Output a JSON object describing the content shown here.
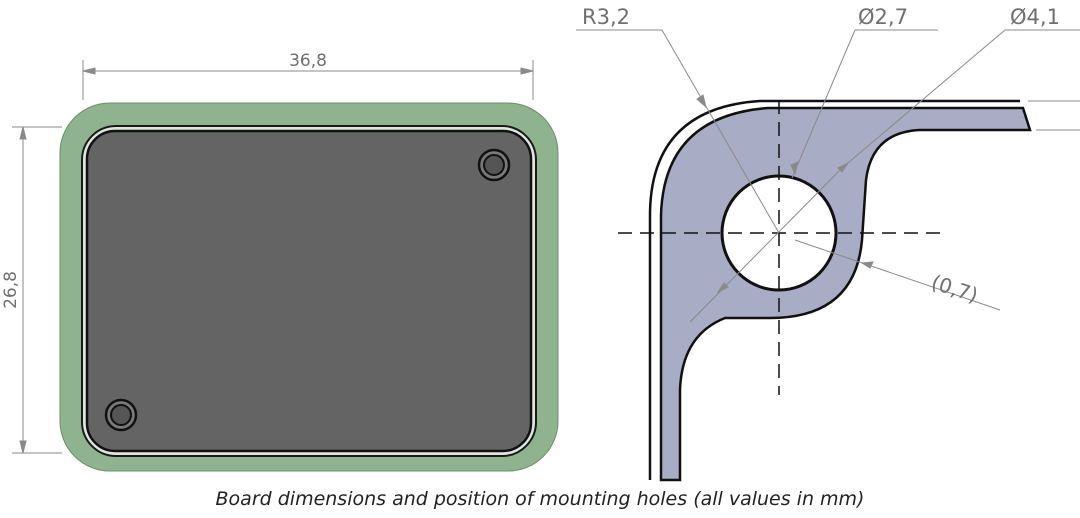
{
  "board": {
    "width_label": "36,8",
    "height_label": "26,8"
  },
  "detail": {
    "radius_label": "R3,2",
    "hole_diameter_label": "Ø2,7",
    "pad_diameter_label": "Ø4,1",
    "clearance_label": "(0,7)"
  },
  "caption": "Board dimensions and position of mounting holes (all values in mm)",
  "colors": {
    "outline": "#8fb38f",
    "board": "#646464",
    "pad_fill": "#a8acc4",
    "dim_line": "#8a8a8a"
  }
}
